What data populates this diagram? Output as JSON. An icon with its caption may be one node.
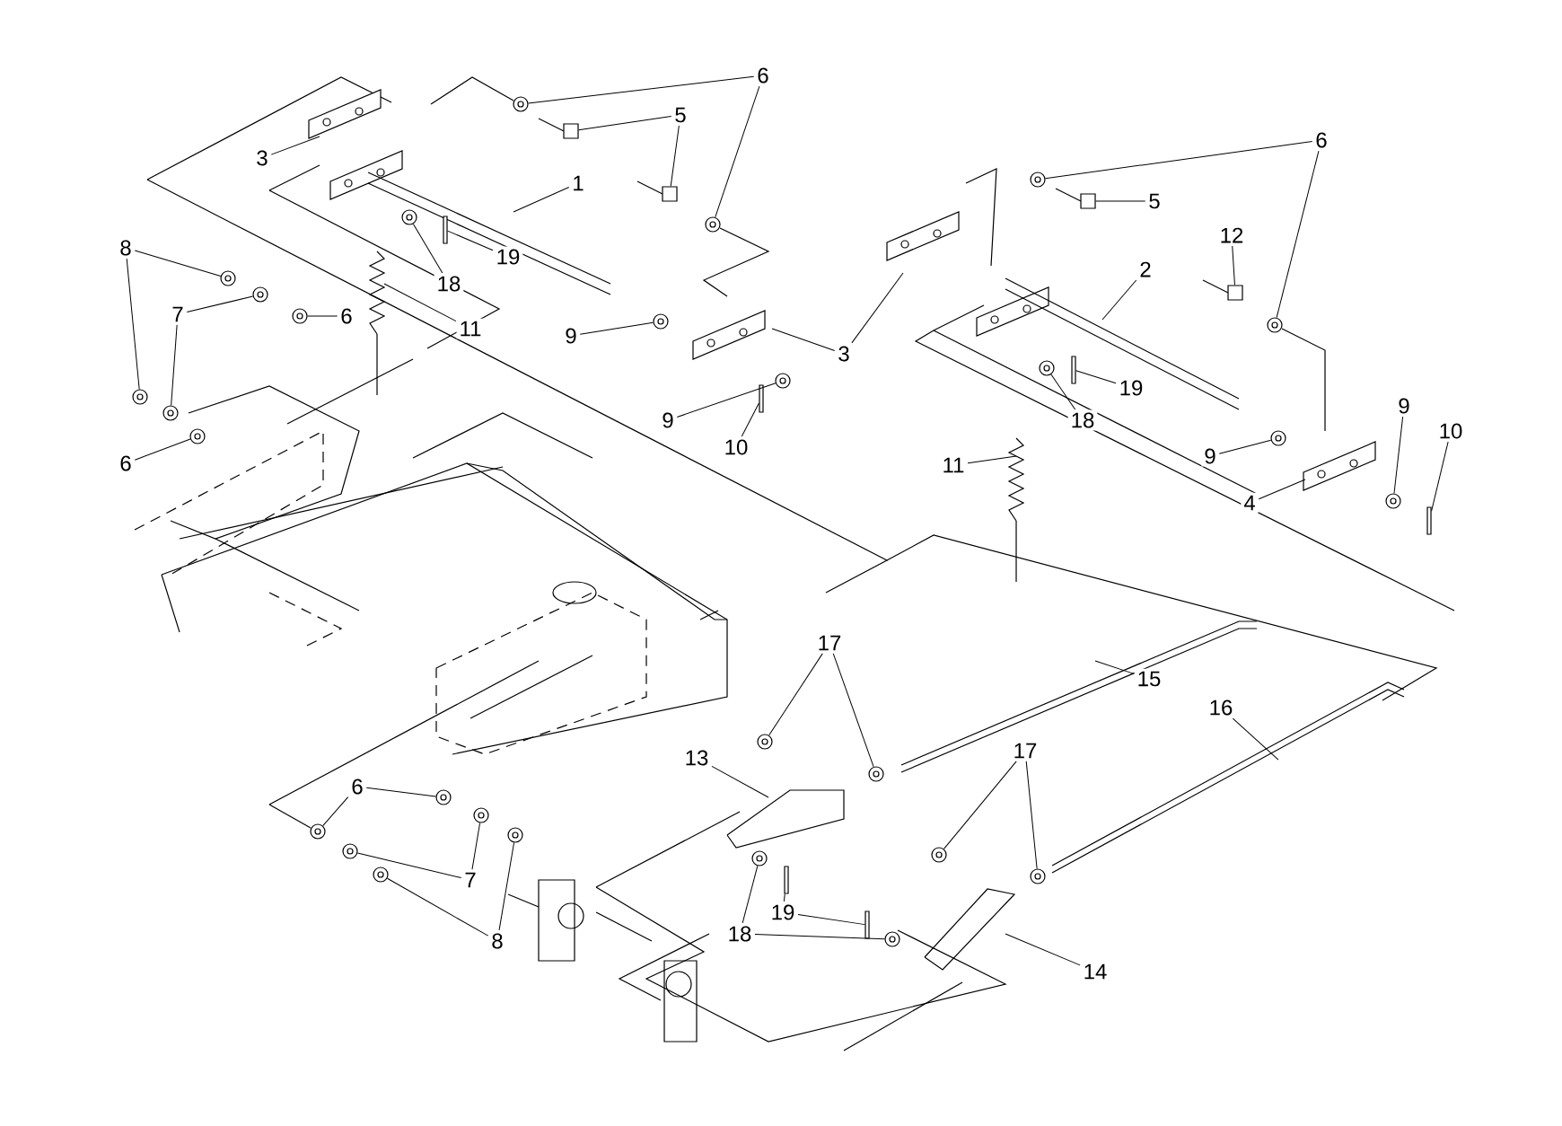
{
  "diagram": {
    "nodes": [
      {
        "text": [
          "3"
        ]
      },
      {
        "text": [
          "6"
        ]
      },
      {
        "text": [
          "5"
        ]
      },
      {
        "text": [
          "1"
        ]
      },
      {
        "text": [
          "19"
        ]
      },
      {
        "text": [
          "18"
        ]
      },
      {
        "text": [
          "8"
        ]
      },
      {
        "text": [
          "7"
        ]
      },
      {
        "text": [
          "6"
        ]
      },
      {
        "text": [
          "11"
        ]
      },
      {
        "text": [
          "9"
        ]
      },
      {
        "text": [
          "3"
        ]
      },
      {
        "text": [
          "9"
        ]
      },
      {
        "text": [
          "10"
        ]
      },
      {
        "text": [
          "6"
        ]
      },
      {
        "text": [
          "5"
        ]
      },
      {
        "text": [
          "12"
        ]
      },
      {
        "text": [
          "2"
        ]
      },
      {
        "text": [
          "19"
        ]
      },
      {
        "text": [
          "18"
        ]
      },
      {
        "text": [
          "11"
        ]
      },
      {
        "text": [
          "9"
        ]
      },
      {
        "text": [
          "4"
        ]
      },
      {
        "text": [
          "9"
        ]
      },
      {
        "text": [
          "10"
        ]
      },
      {
        "text": [
          "15"
        ]
      },
      {
        "text": [
          "16"
        ]
      },
      {
        "text": [
          "17"
        ]
      },
      {
        "text": [
          "13"
        ]
      },
      {
        "text": [
          "17"
        ]
      },
      {
        "text": [
          "14"
        ]
      },
      {
        "text": [
          "6"
        ]
      },
      {
        "text": [
          "7"
        ]
      },
      {
        "text": [
          "8"
        ]
      },
      {
        "text": [
          "19"
        ]
      },
      {
        "text": [
          "18"
        ]
      },
      {
        "text": [
          "6"
        ]
      },
      {
        "text": [],
        "shape": "circle"
      },
      {
        "text": [],
        "shape": "circle"
      },
      {
        "text": [],
        "shape": "box"
      },
      {
        "text": [],
        "shape": "box"
      },
      {
        "text": [],
        "shape": "circle"
      },
      {
        "text": [],
        "shape": "bar"
      },
      {
        "text": [],
        "shape": "circle"
      },
      {
        "text": [],
        "shape": "circle"
      },
      {
        "text": [],
        "shape": "circle"
      },
      {
        "text": [],
        "shape": "circle"
      },
      {
        "text": [],
        "shape": "circle"
      },
      {
        "text": [],
        "shape": "circle"
      },
      {
        "text": [],
        "shape": "circle"
      },
      {
        "text": [],
        "shape": "circle"
      },
      {
        "text": [],
        "shape": "bar"
      },
      {
        "text": [],
        "shape": "circle"
      },
      {
        "text": [],
        "shape": "circle"
      },
      {
        "text": [],
        "shape": "box"
      },
      {
        "text": [],
        "shape": "box"
      },
      {
        "text": [],
        "shape": "bar"
      },
      {
        "text": [],
        "shape": "circle"
      },
      {
        "text": [],
        "shape": "circle"
      },
      {
        "text": [],
        "shape": "circle"
      },
      {
        "text": [],
        "shape": "bar"
      },
      {
        "text": [],
        "shape": "circle"
      },
      {
        "text": [],
        "shape": "circle"
      },
      {
        "text": [],
        "shape": "circle"
      },
      {
        "text": [],
        "shape": "circle"
      },
      {
        "text": [],
        "shape": "circle"
      },
      {
        "text": [],
        "shape": "circle"
      },
      {
        "text": [],
        "shape": "circle"
      },
      {
        "text": [],
        "shape": "circle"
      },
      {
        "text": [],
        "shape": "circle"
      },
      {
        "text": [],
        "shape": "circle"
      },
      {
        "text": [],
        "shape": "bar"
      },
      {
        "text": [],
        "shape": "bar"
      },
      {
        "text": [],
        "shape": "circle"
      },
      {
        "text": [],
        "shape": "circle"
      }
    ],
    "edges": [
      {
        "from": 0,
        "to": null,
        "arrow": "none"
      },
      {
        "from": 1,
        "to": 37,
        "arrow": "none"
      },
      {
        "from": 1,
        "to": 38,
        "arrow": "none"
      },
      {
        "from": 2,
        "to": 39,
        "arrow": "none"
      },
      {
        "from": 2,
        "to": 40,
        "arrow": "none"
      },
      {
        "from": 3,
        "to": null,
        "arrow": "none"
      },
      {
        "from": 4,
        "to": 42,
        "arrow": "none"
      },
      {
        "from": 5,
        "to": 41,
        "arrow": "none"
      },
      {
        "from": 6,
        "to": 43,
        "arrow": "none"
      },
      {
        "from": 6,
        "to": 44,
        "arrow": "none"
      },
      {
        "from": 7,
        "to": 45,
        "arrow": "none"
      },
      {
        "from": 7,
        "to": 46,
        "arrow": "none"
      },
      {
        "from": 8,
        "to": 47,
        "arrow": "none"
      },
      {
        "from": 9,
        "to": null,
        "arrow": "none"
      },
      {
        "from": 10,
        "to": 49,
        "arrow": "none"
      },
      {
        "from": 11,
        "to": null,
        "arrow": "none"
      },
      {
        "from": 11,
        "to": null,
        "arrow": "none"
      },
      {
        "from": 12,
        "to": 50,
        "arrow": "none"
      },
      {
        "from": 13,
        "to": 51,
        "arrow": "none"
      },
      {
        "from": 14,
        "to": 52,
        "arrow": "none"
      },
      {
        "from": 14,
        "to": 53,
        "arrow": "none"
      },
      {
        "from": 15,
        "to": 54,
        "arrow": "none"
      },
      {
        "from": 16,
        "to": 55,
        "arrow": "none"
      },
      {
        "from": 17,
        "to": null,
        "arrow": "none"
      },
      {
        "from": 18,
        "to": 56,
        "arrow": "none"
      },
      {
        "from": 19,
        "to": 57,
        "arrow": "none"
      },
      {
        "from": 20,
        "to": null,
        "arrow": "none"
      },
      {
        "from": 21,
        "to": 58,
        "arrow": "none"
      },
      {
        "from": 22,
        "to": null,
        "arrow": "none"
      },
      {
        "from": 23,
        "to": 59,
        "arrow": "none"
      },
      {
        "from": 24,
        "to": 60,
        "arrow": "none"
      },
      {
        "from": 25,
        "to": null,
        "arrow": "none"
      },
      {
        "from": 26,
        "to": null,
        "arrow": "none"
      },
      {
        "from": 27,
        "to": 61,
        "arrow": "none"
      },
      {
        "from": 27,
        "to": 62,
        "arrow": "none"
      },
      {
        "from": 28,
        "to": null,
        "arrow": "none"
      },
      {
        "from": 29,
        "to": 63,
        "arrow": "none"
      },
      {
        "from": 29,
        "to": 64,
        "arrow": "none"
      },
      {
        "from": 30,
        "to": null,
        "arrow": "none"
      },
      {
        "from": 31,
        "to": 65,
        "arrow": "none"
      },
      {
        "from": 31,
        "to": 66,
        "arrow": "none"
      },
      {
        "from": 32,
        "to": 67,
        "arrow": "none"
      },
      {
        "from": 32,
        "to": 68,
        "arrow": "none"
      },
      {
        "from": 33,
        "to": 69,
        "arrow": "none"
      },
      {
        "from": 33,
        "to": 70,
        "arrow": "none"
      },
      {
        "from": 34,
        "to": 71,
        "arrow": "none"
      },
      {
        "from": 34,
        "to": 72,
        "arrow": "none"
      },
      {
        "from": 35,
        "to": 73,
        "arrow": "none"
      },
      {
        "from": 35,
        "to": 74,
        "arrow": "none"
      },
      {
        "from": 36,
        "to": 48,
        "arrow": "none"
      }
    ]
  }
}
